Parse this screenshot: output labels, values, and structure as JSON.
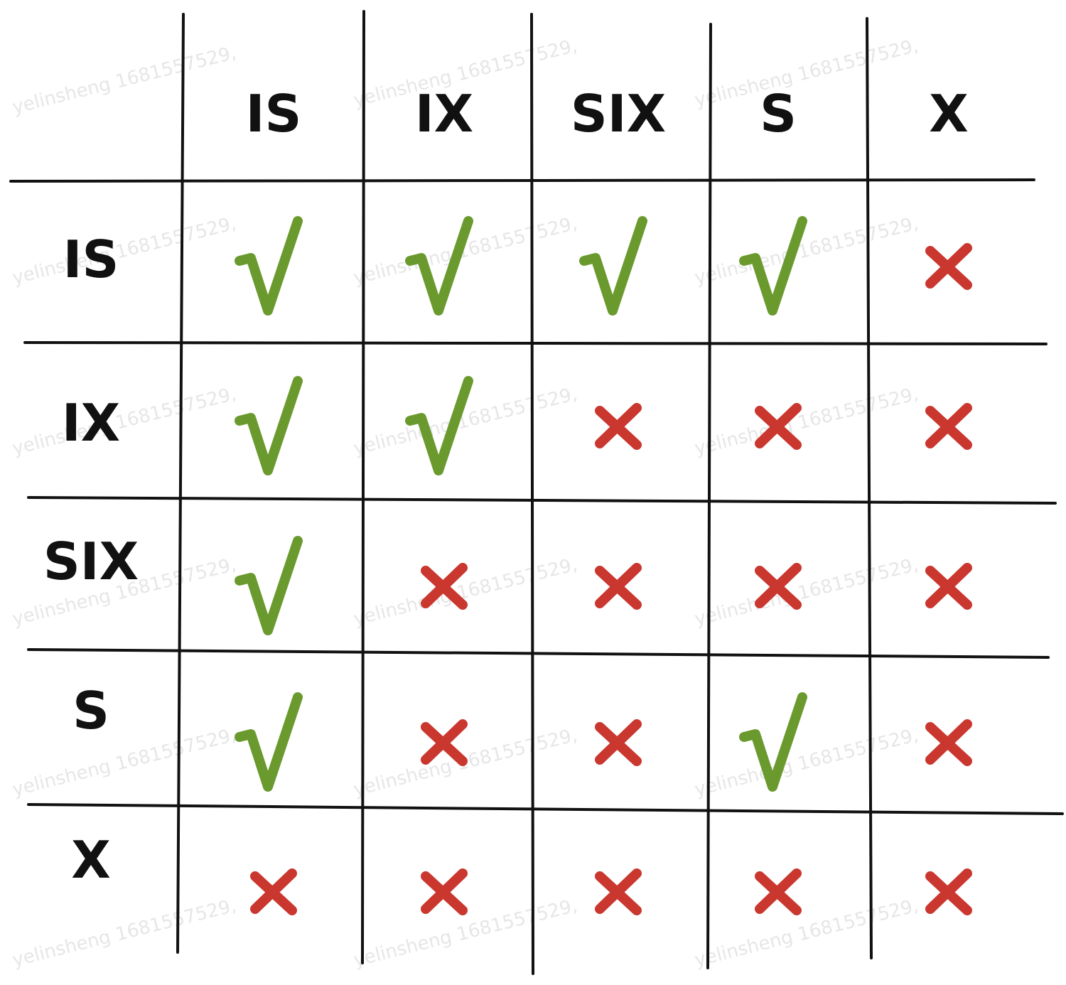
{
  "matrix": {
    "column_headers": [
      "IS",
      "IX",
      "SIX",
      "S",
      "X"
    ],
    "row_headers": [
      "IS",
      "IX",
      "SIX",
      "S",
      "X"
    ],
    "cells": [
      [
        "check",
        "check",
        "check",
        "check",
        "cross"
      ],
      [
        "check",
        "check",
        "cross",
        "cross",
        "cross"
      ],
      [
        "check",
        "cross",
        "cross",
        "cross",
        "cross"
      ],
      [
        "check",
        "cross",
        "cross",
        "check",
        "cross"
      ],
      [
        "cross",
        "cross",
        "cross",
        "cross",
        "cross"
      ]
    ]
  },
  "watermark": {
    "text": "yelinsheng 1681557529,"
  },
  "colors": {
    "check": "#6a9a2e",
    "cross": "#c9372f",
    "ink": "#111111"
  },
  "icons": {
    "check": "check-icon",
    "cross": "cross-icon"
  }
}
